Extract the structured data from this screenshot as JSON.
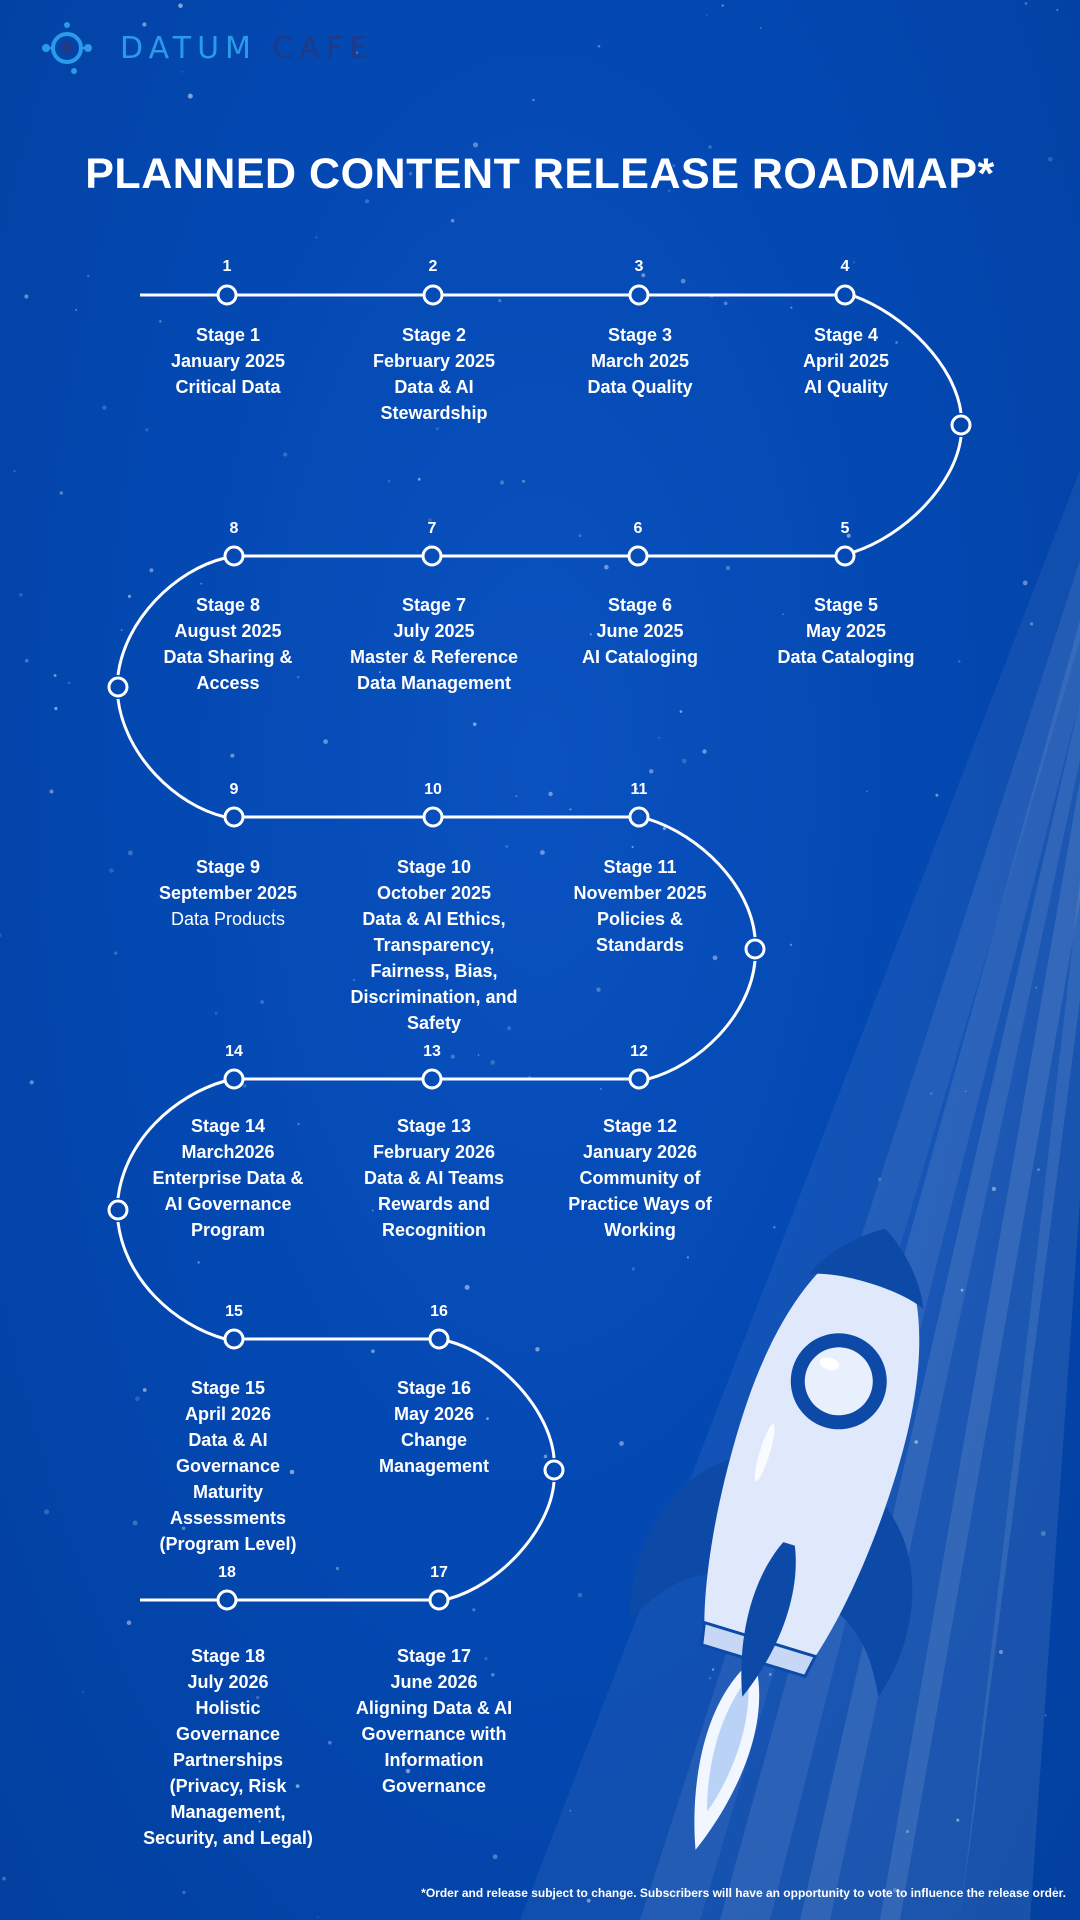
{
  "brand": {
    "word1": "DATUM",
    "word2": "CAFE"
  },
  "title": "PLANNED CONTENT RELEASE ROADMAP*",
  "footnote": "*Order and release subject to change. Subscribers will have an opportunity to vote to influence the release order.",
  "colors": {
    "background": "#0347b0",
    "accent": "#2a9be8",
    "text": "#ffffff",
    "rocket_body": "#dfe9fb",
    "rocket_dark": "#0d4aa8"
  },
  "stages": [
    {
      "num": "1",
      "label": "Stage 1",
      "date": "January 2025",
      "name": "Critical Data",
      "bold_name": true
    },
    {
      "num": "2",
      "label": "Stage 2",
      "date": "February 2025",
      "name": "Data & AI Stewardship",
      "bold_name": true
    },
    {
      "num": "3",
      "label": "Stage 3",
      "date": "March 2025",
      "name": "Data Quality",
      "bold_name": true
    },
    {
      "num": "4",
      "label": "Stage 4",
      "date": "April 2025",
      "name": "AI Quality",
      "bold_name": true
    },
    {
      "num": "5",
      "label": "Stage 5",
      "date": "May 2025",
      "name": "Data Cataloging",
      "bold_name": true
    },
    {
      "num": "6",
      "label": "Stage 6",
      "date": "June 2025",
      "name": "AI Cataloging",
      "bold_name": true
    },
    {
      "num": "7",
      "label": "Stage 7",
      "date": "July 2025",
      "name": "Master & Reference Data Management",
      "bold_name": true
    },
    {
      "num": "8",
      "label": "Stage 8",
      "date": "August 2025",
      "name": "Data Sharing & Access",
      "bold_name": true
    },
    {
      "num": "9",
      "label": "Stage 9",
      "date": "September 2025",
      "name": "Data Products",
      "bold_name": false
    },
    {
      "num": "10",
      "label": "Stage 10",
      "date": "October 2025",
      "name": "Data & AI Ethics, Transparency, Fairness, Bias, Discrimination, and Safety",
      "bold_name": true
    },
    {
      "num": "11",
      "label": "Stage 11",
      "date": "November 2025",
      "name": "Policies & Standards",
      "bold_name": true
    },
    {
      "num": "12",
      "label": "Stage 12",
      "date": "January 2026",
      "name": "Community of Practice Ways of Working",
      "bold_name": true
    },
    {
      "num": "13",
      "label": "Stage 13",
      "date": "February 2026",
      "name": "Data & AI Teams Rewards and Recognition",
      "bold_name": true
    },
    {
      "num": "14",
      "label": "Stage 14",
      "date": "March2026",
      "name": "Enterprise Data & AI Governance Program",
      "bold_name": true
    },
    {
      "num": "15",
      "label": "Stage 15",
      "date": "April 2026",
      "name": "Data & AI Governance Maturity Assessments (Program Level)",
      "bold_name": true
    },
    {
      "num": "16",
      "label": "Stage 16",
      "date": "May 2026",
      "name": "Change Management",
      "bold_name": true
    },
    {
      "num": "17",
      "label": "Stage 17",
      "date": "June 2026",
      "name": "Aligning Data & AI Governance with Information Governance",
      "bold_name": true
    },
    {
      "num": "18",
      "label": "Stage 18",
      "date": "July 2026",
      "name": "Holistic Governance Partnerships (Privacy, Risk Management, Security, and Legal)",
      "bold_name": true
    }
  ]
}
